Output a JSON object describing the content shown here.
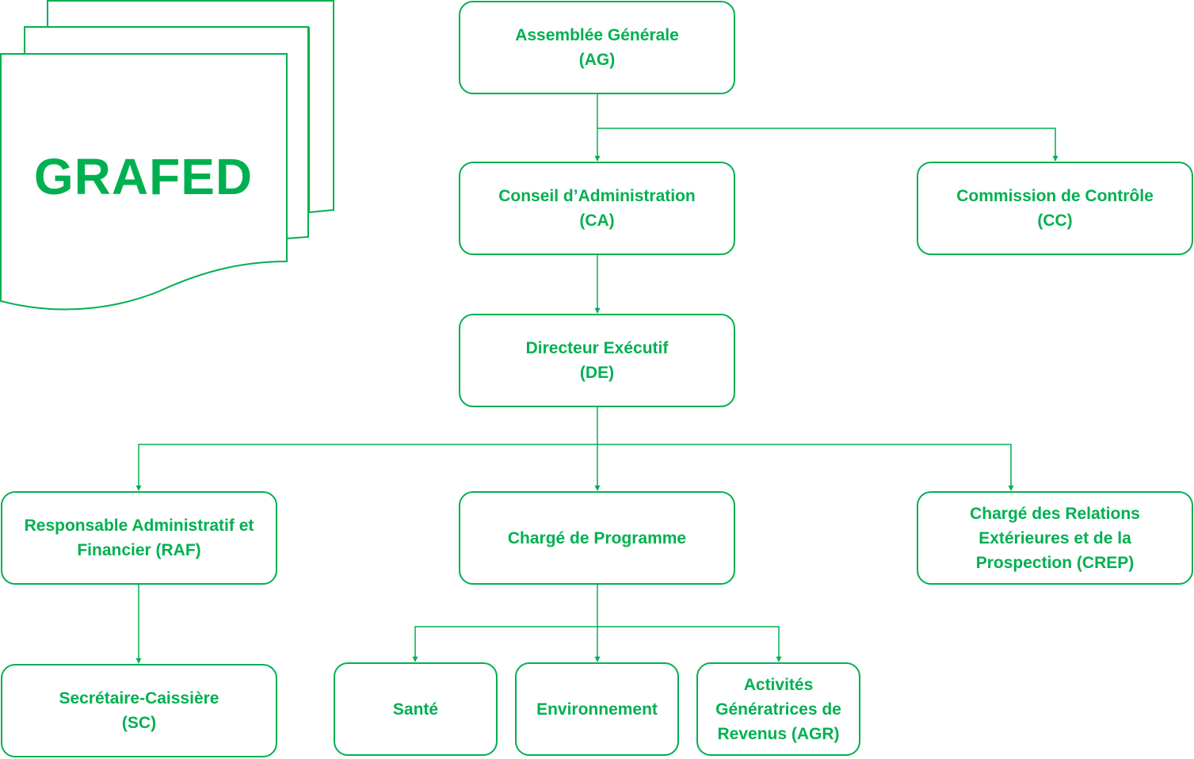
{
  "colors": {
    "accent": "#00b050",
    "background": "#ffffff"
  },
  "logo": {
    "text": "GRAFED",
    "shape": "multi-document-icon"
  },
  "nodes": {
    "ag": {
      "line1": "Assemblée Générale",
      "line2": "(AG)"
    },
    "ca": {
      "line1": "Conseil d’Administration",
      "line2": "(CA)"
    },
    "cc": {
      "line1": "Commission de Contrôle",
      "line2": "(CC)"
    },
    "de": {
      "line1": "Directeur Exécutif",
      "line2": "(DE)"
    },
    "raf": {
      "line1": "Responsable Administratif et",
      "line2": "Financier (RAF)"
    },
    "cp": {
      "line1": "Chargé de Programme"
    },
    "crep": {
      "line1": "Chargé des Relations",
      "line2": "Extérieures et de la",
      "line3": "Prospection (CREP)"
    },
    "sc": {
      "line1": "Secrétaire-Caissière",
      "line2": "(SC)"
    },
    "sante": {
      "line1": "Santé"
    },
    "env": {
      "line1": "Environnement"
    },
    "agr": {
      "line1": "Activités",
      "line2": "Génératrices de",
      "line3": "Revenus (AGR)"
    }
  }
}
